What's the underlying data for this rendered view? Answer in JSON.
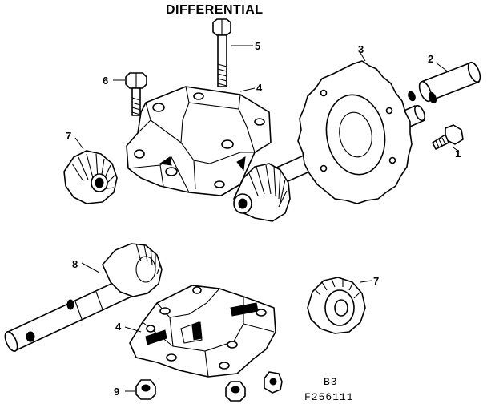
{
  "diagram": {
    "title": "DIFFERENTIAL",
    "sheet": "B3",
    "figure_code": "F256111",
    "callouts": {
      "bolt_long": "5",
      "bolt_short": "6",
      "upper_housing": "4",
      "sprocket": "3",
      "axle_sleeve": "2",
      "setscrew": "1",
      "bevel_gear_left": "7",
      "shaft_assembly": "8",
      "lower_housing": "4",
      "pinion_gear_right": "7",
      "nuts": "9"
    }
  }
}
